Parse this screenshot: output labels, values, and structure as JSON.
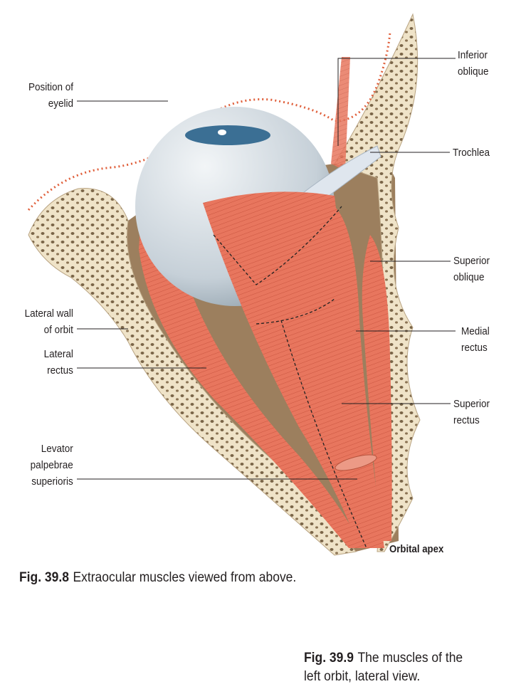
{
  "labels_left": {
    "eyelid": [
      "Position of",
      "eyelid"
    ],
    "lateral_wall": [
      "Lateral wall",
      "of orbit"
    ],
    "lateral_rectus": [
      "Lateral",
      "rectus"
    ],
    "levator": [
      "Levator",
      "palpebrae",
      "superioris"
    ]
  },
  "labels_right": {
    "inferior_oblique": [
      "Inferior",
      "oblique"
    ],
    "trochlea": [
      "Trochlea"
    ],
    "superior_oblique": [
      "Superior",
      "oblique"
    ],
    "medial_rectus": [
      "Medial",
      "rectus"
    ],
    "superior_rectus": [
      "Superior",
      "rectus"
    ]
  },
  "orbital_apex": "Orbital apex",
  "captions": {
    "fig1_number": "Fig. 39.8",
    "fig1_text": "Extraocular muscles viewed from above.",
    "fig2_number": "Fig. 39.9",
    "fig2_text_line1": "The muscles of the",
    "fig2_text_line2": "left orbit, lateral view."
  },
  "colors": {
    "muscle": "#e8765e",
    "bone": "#efe3c8",
    "fat": "#9c7f5e",
    "eyeball": "#c9d3da",
    "eyelid_line": "#e0603c"
  }
}
